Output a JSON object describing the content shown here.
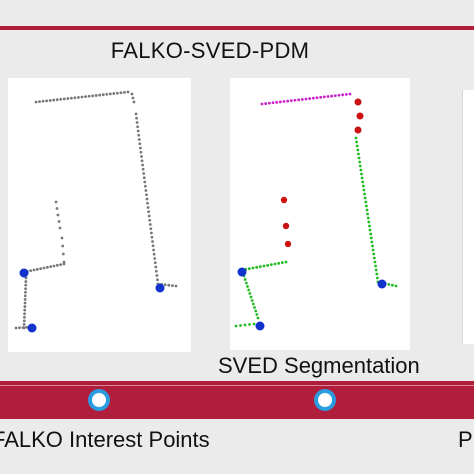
{
  "title": "FALKO-SVED-PDM",
  "captions": {
    "sved": "SVED Segmentation",
    "falko": "FALKO Interest Points",
    "cut_right": "P"
  },
  "colors": {
    "accent_band": "#b01e3c",
    "node_ring": "#2a9ce0",
    "scan_gray": "#777777",
    "segment_magenta": "#cc22cc",
    "segment_green": "#22bb22",
    "seed_red": "#cc1111",
    "keypoint_blue": "#1133cc"
  }
}
